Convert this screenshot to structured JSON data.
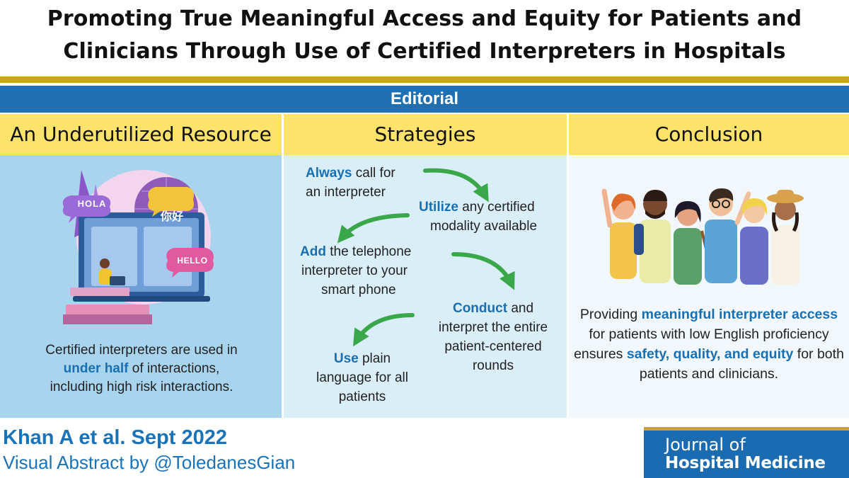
{
  "title": {
    "line1": "Promoting True Meaningful Access and Equity for Patients and",
    "line2": "Clinicians Through Use of Certified Interpreters in Hospitals"
  },
  "banner": {
    "label": "Editorial"
  },
  "columns": {
    "resource": {
      "heading": "An Underutilized Resource",
      "bubbles": {
        "hola": "HOLA",
        "nihao": "你好",
        "hello": "HELLO"
      },
      "text": {
        "part1": "Certified interpreters are used in",
        "highlight": "under half",
        "part2": "of interactions,",
        "part3": "including high risk interactions."
      }
    },
    "strategies": {
      "heading": "Strategies",
      "steps": [
        {
          "keyword": "Always",
          "rest1": "call for",
          "rest2": "an interpreter"
        },
        {
          "keyword": "Utilize",
          "rest1": "any certified",
          "rest2": "modality available"
        },
        {
          "keyword": "Add",
          "rest1": "the telephone",
          "rest2": "interpreter to your",
          "rest3": "smart phone"
        },
        {
          "keyword": "Conduct",
          "rest1": "and",
          "rest2": "interpret the entire",
          "rest3": "patient-centered",
          "rest4": "rounds"
        },
        {
          "keyword": "Use",
          "rest1": "plain",
          "rest2": "language for all",
          "rest3": "patients"
        }
      ]
    },
    "conclusion": {
      "heading": "Conclusion",
      "text": {
        "part1": "Providing",
        "highlight1": "meaningful interpreter access",
        "part2": "for patients with low English proficiency ensures",
        "highlight2": "safety, quality, and equity",
        "part3": "for both patients and clinicians."
      }
    }
  },
  "footer": {
    "citation": "Khan A et al. Sept 2022",
    "credit": "Visual Abstract by @ToledanesGian",
    "journal_line1": "Journal of",
    "journal_line2": "Hospital Medicine"
  },
  "colors": {
    "accent_blue": "#1f6fb2",
    "gold": "#c9a227",
    "heading_yellow": "#fde36b",
    "arrow_green": "#3aa84a"
  }
}
